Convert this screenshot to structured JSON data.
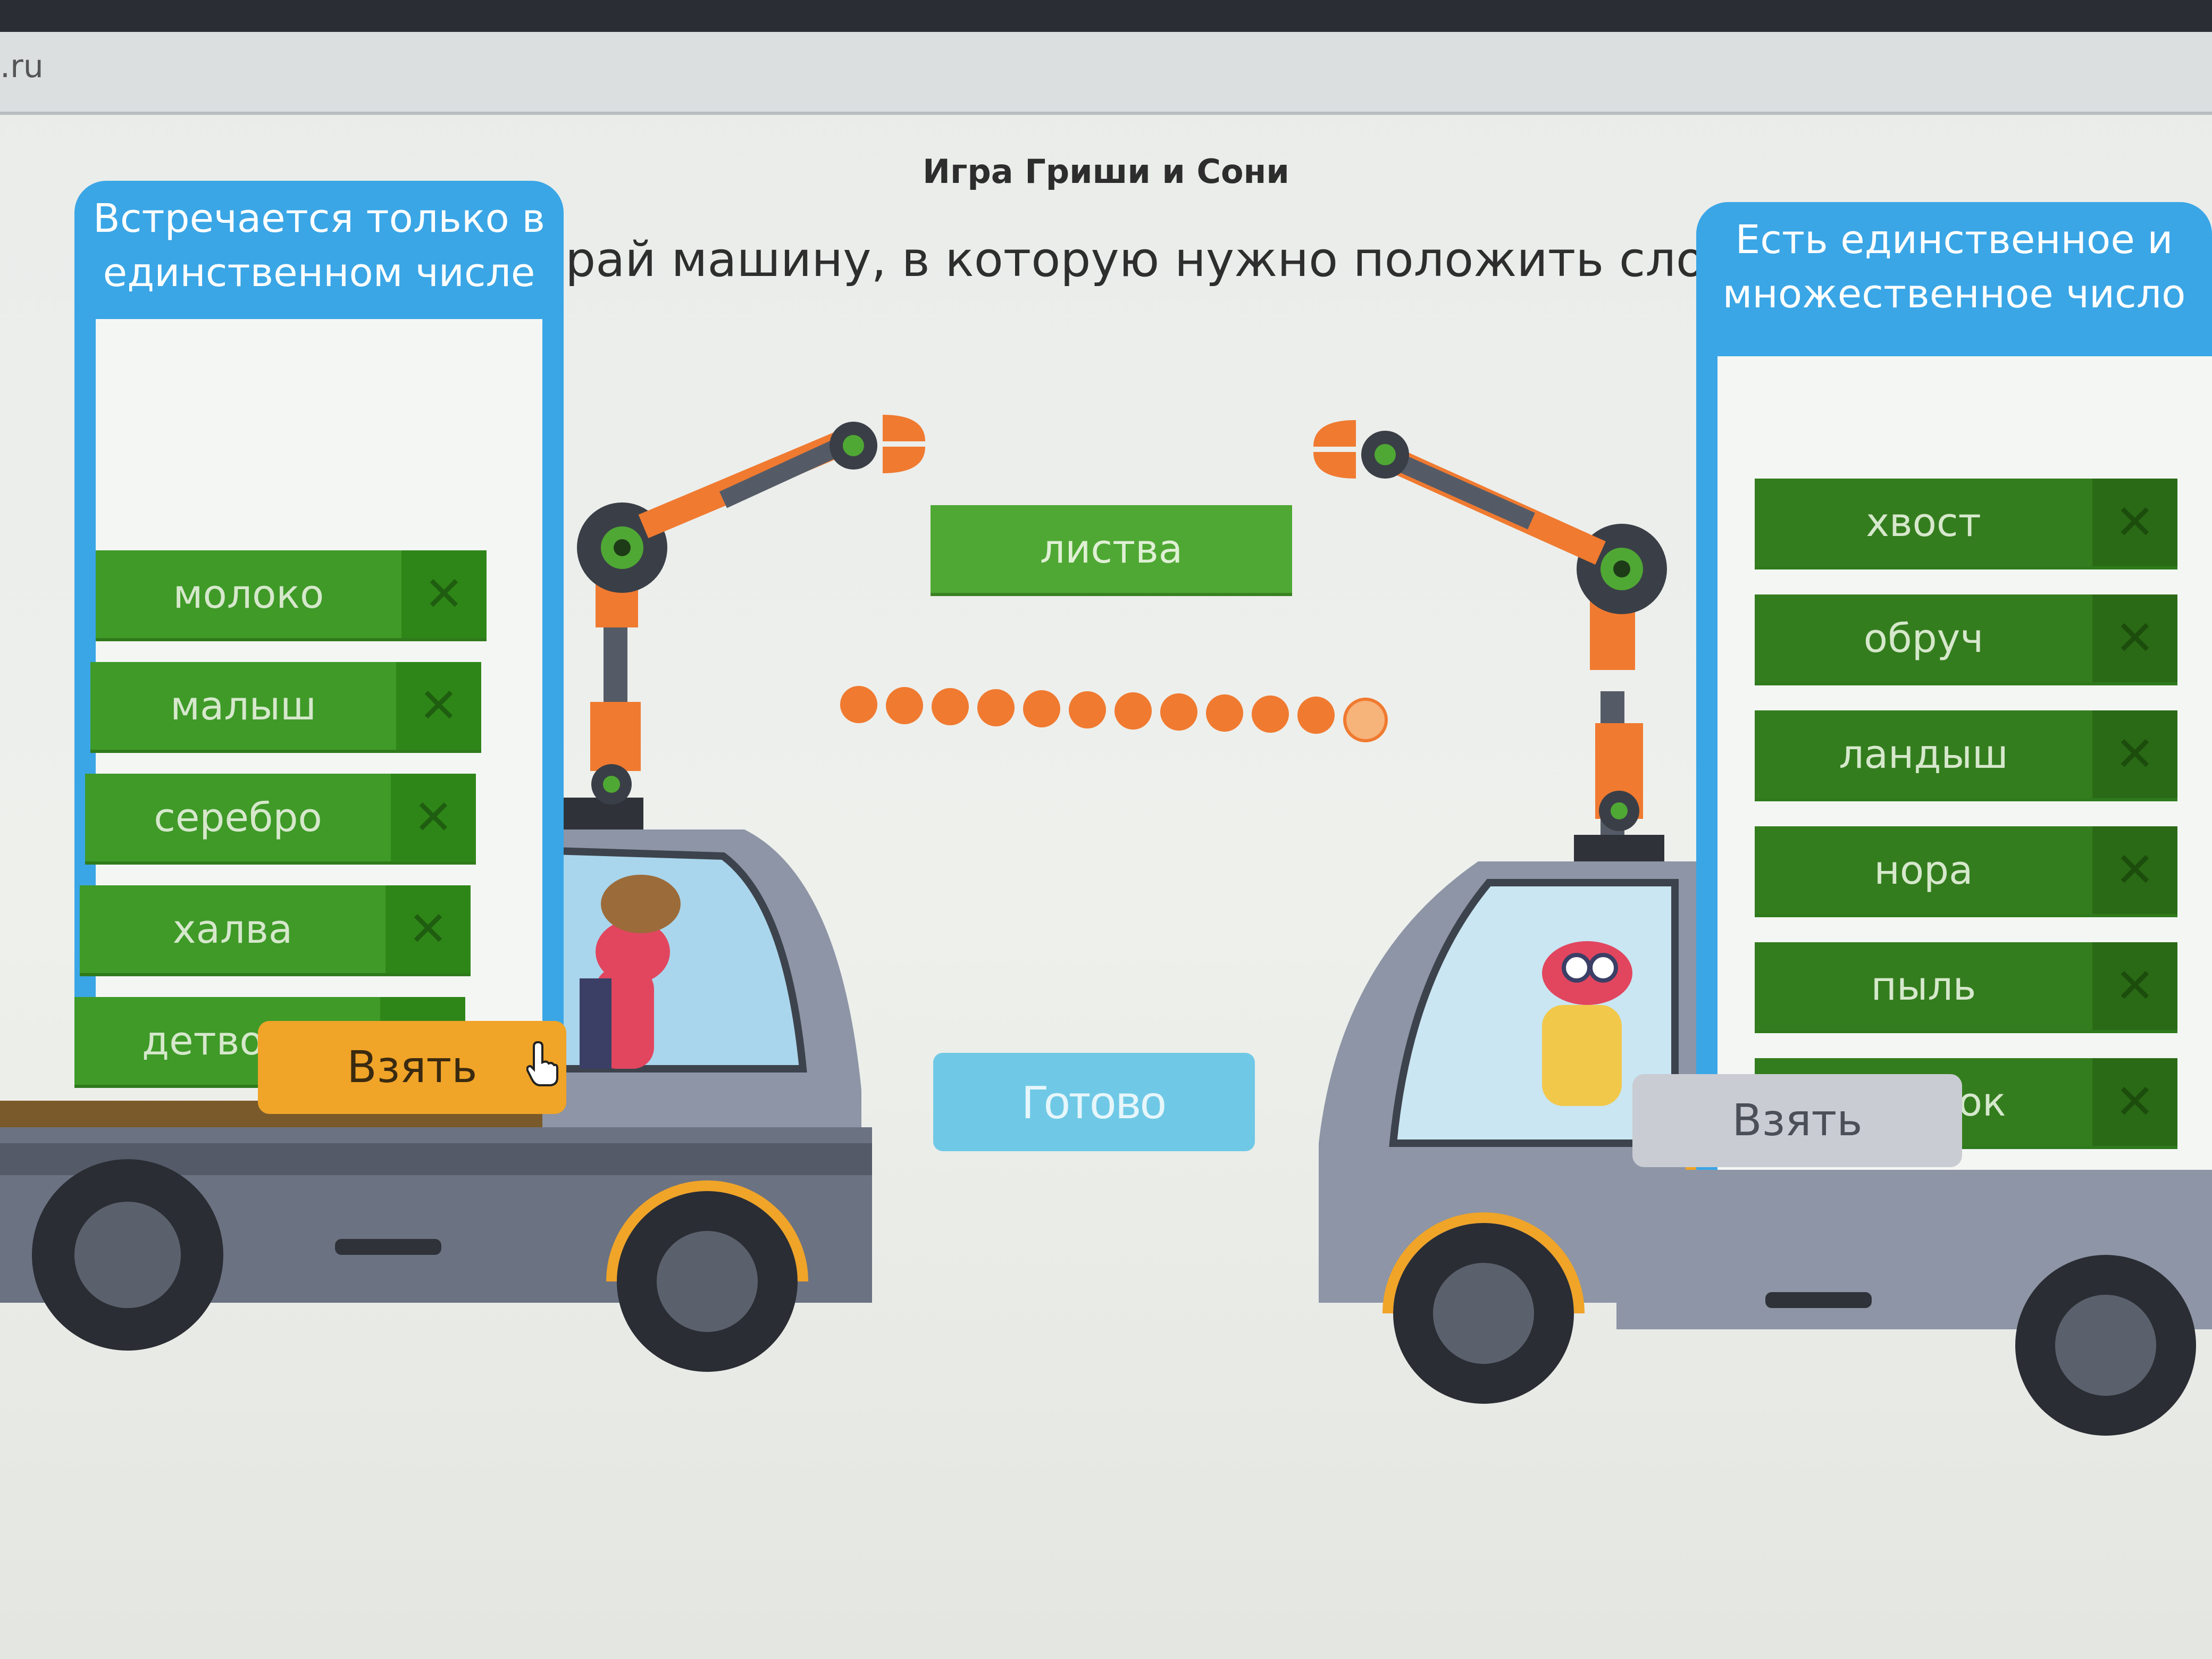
{
  "browser": {
    "url_fragment": ".ru"
  },
  "game": {
    "title": "Игра Гриши и Сони",
    "instruction": "Выбирай машину, в которую нужно положить слово.",
    "current_word": "листва",
    "ready_label": "Готово"
  },
  "left_truck": {
    "header": "Встречается только в единственном числе",
    "take_label": "Взять",
    "words": [
      "молоко",
      "малыш",
      "серебро",
      "халва",
      "детвора"
    ]
  },
  "right_truck": {
    "header": "Есть единственное и множественное число",
    "take_label": "Взять",
    "words": [
      "хвост",
      "обруч",
      "ландыш",
      "нора",
      "пыль",
      "сверчок"
    ]
  },
  "progress": {
    "total": 12,
    "current_index": 12
  },
  "icons": {
    "remove": "close-icon",
    "pointer": "hand-cursor-icon"
  },
  "colors": {
    "accent_blue": "#3aa6e6",
    "word_green": "#3f9a28",
    "take_orange": "#f0a428",
    "progress_orange": "#f07a30",
    "ready_blue": "#6fc9e6"
  }
}
